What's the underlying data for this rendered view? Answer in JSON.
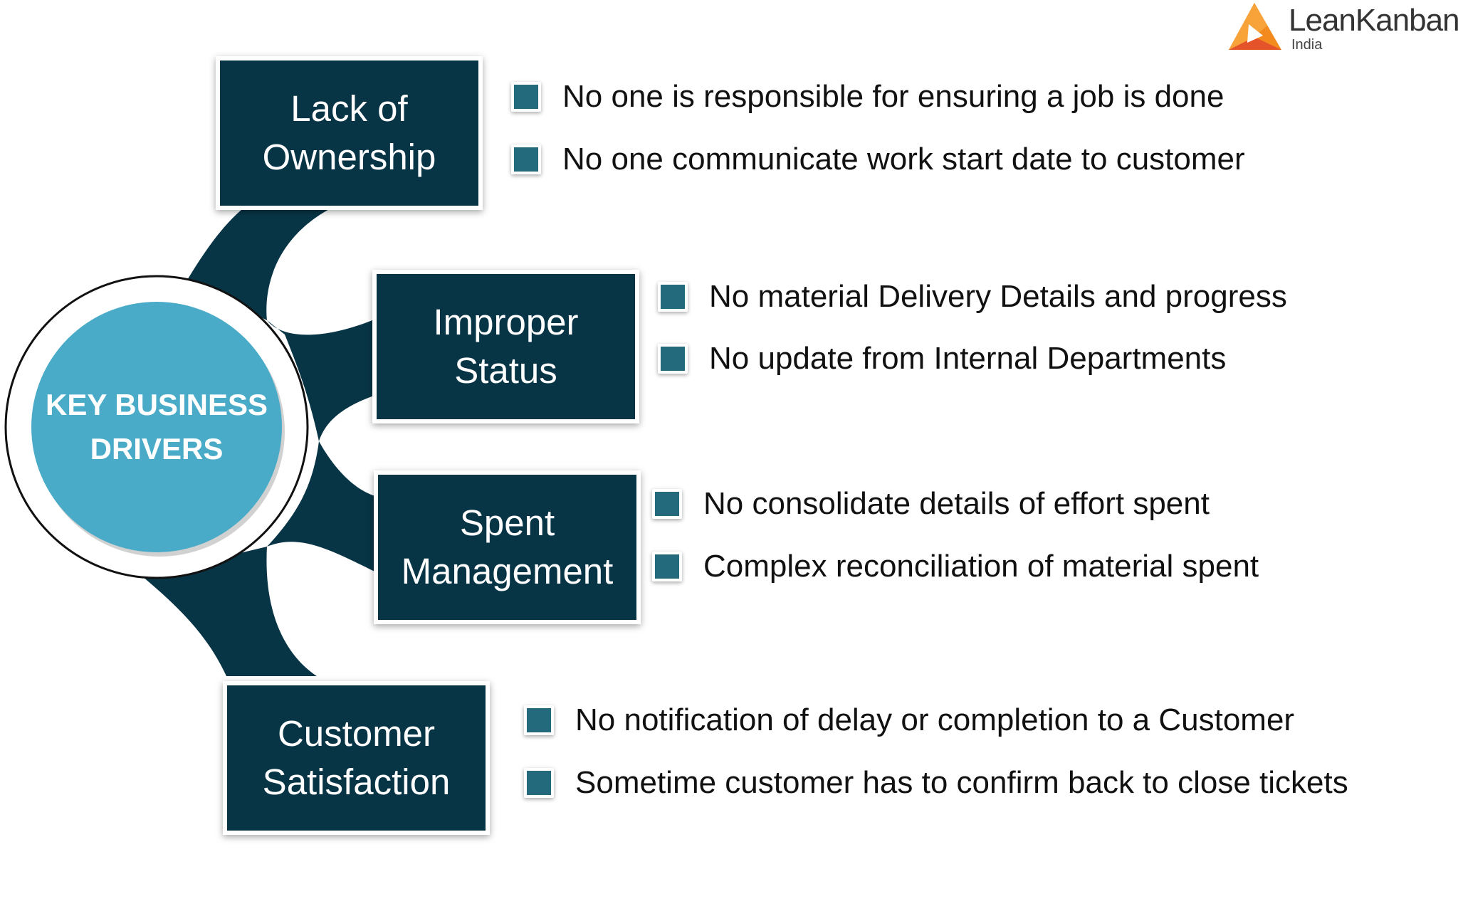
{
  "center": {
    "label": "KEY BUSINESS\nDRIVERS"
  },
  "drivers": [
    {
      "title": "Lack of\nOwnership",
      "points": [
        "No one is responsible for ensuring a job is done",
        "No one communicate work start date to customer"
      ]
    },
    {
      "title": "Improper\nStatus",
      "points": [
        "No material Delivery Details and progress",
        "No update from Internal Departments"
      ]
    },
    {
      "title": "Spent\nManagement",
      "points": [
        "No consolidate details of effort spent",
        "Complex reconciliation of material spent"
      ]
    },
    {
      "title": "Customer\nSatisfaction",
      "points": [
        "No notification of delay or completion to a Customer",
        "Sometime customer has to confirm back to close tickets"
      ]
    }
  ],
  "logo": {
    "name": "LeanKanban",
    "region": "India",
    "icon": "leankanban-logo-icon"
  },
  "colors": {
    "box": "#073546",
    "connector": "#073546",
    "hub": "#4AABC8",
    "bullet": "#236A7C"
  }
}
